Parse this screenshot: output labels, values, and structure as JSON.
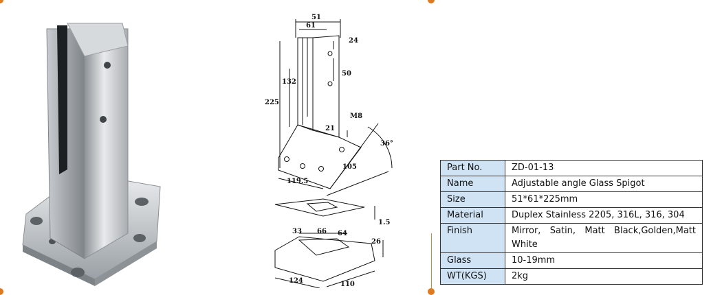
{
  "spec_table": {
    "rows": [
      {
        "key": "Part No.",
        "value": "ZD-01-13"
      },
      {
        "key": "Name",
        "value": "Adjustable angle Glass Spigot"
      },
      {
        "key": "Size",
        "value": "51*61*225mm"
      },
      {
        "key": "Material",
        "value": "Duplex Stainless 2205, 316L, 316, 304"
      },
      {
        "key": "Finish",
        "value": "Mirror, Satin, Matt Black,Golden,Matt White"
      },
      {
        "key": "Glass",
        "value": "10-19mm"
      },
      {
        "key": "WT(KGS)",
        "value": "2kg"
      }
    ]
  },
  "drawing": {
    "dims": {
      "d51": "51",
      "d61": "61",
      "d24": "24",
      "d50": "50",
      "d132": "132",
      "d225": "225",
      "dM8": "M8",
      "d21": "21",
      "d36": "36°",
      "d105": "105",
      "d1195": "119.5",
      "d15": "1.5",
      "d33": "33",
      "d66": "66",
      "d64": "64",
      "d26": "26",
      "d124": "124",
      "d110": "110"
    }
  },
  "colors": {
    "accent": "#e07a1e",
    "table_key_bg": "#cfe3f5"
  }
}
